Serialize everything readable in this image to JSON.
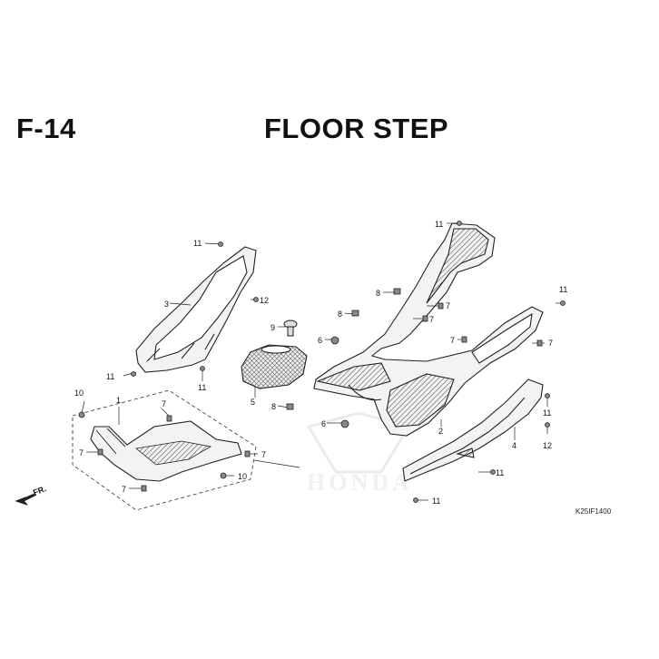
{
  "header": {
    "section_code": "F-14",
    "title": "FLOOR STEP"
  },
  "reference_code": "K25IF1400",
  "direction_label": "FR.",
  "watermark": "HONDA",
  "callouts": {
    "c1": "1",
    "c2": "2",
    "c3": "3",
    "c4": "4",
    "c5": "5",
    "c6a": "6",
    "c6b": "6",
    "c7a": "7",
    "c7b": "7",
    "c7c": "7",
    "c7d": "7",
    "c7e": "7",
    "c7f": "7",
    "c7g": "7",
    "c8a": "8",
    "c8b": "8",
    "c8c": "8",
    "c9": "9",
    "c10a": "10",
    "c10b": "10",
    "c11a": "11",
    "c11b": "11",
    "c11c": "11",
    "c11d": "11",
    "c11e": "11",
    "c11f": "11",
    "c11g": "11",
    "c11h": "11",
    "c12a": "12",
    "c12b": "12"
  },
  "colors": {
    "line": "#222222",
    "part_fill": "#f3f3f3",
    "hatch": "#555555",
    "watermark": "#e6e6e6"
  }
}
